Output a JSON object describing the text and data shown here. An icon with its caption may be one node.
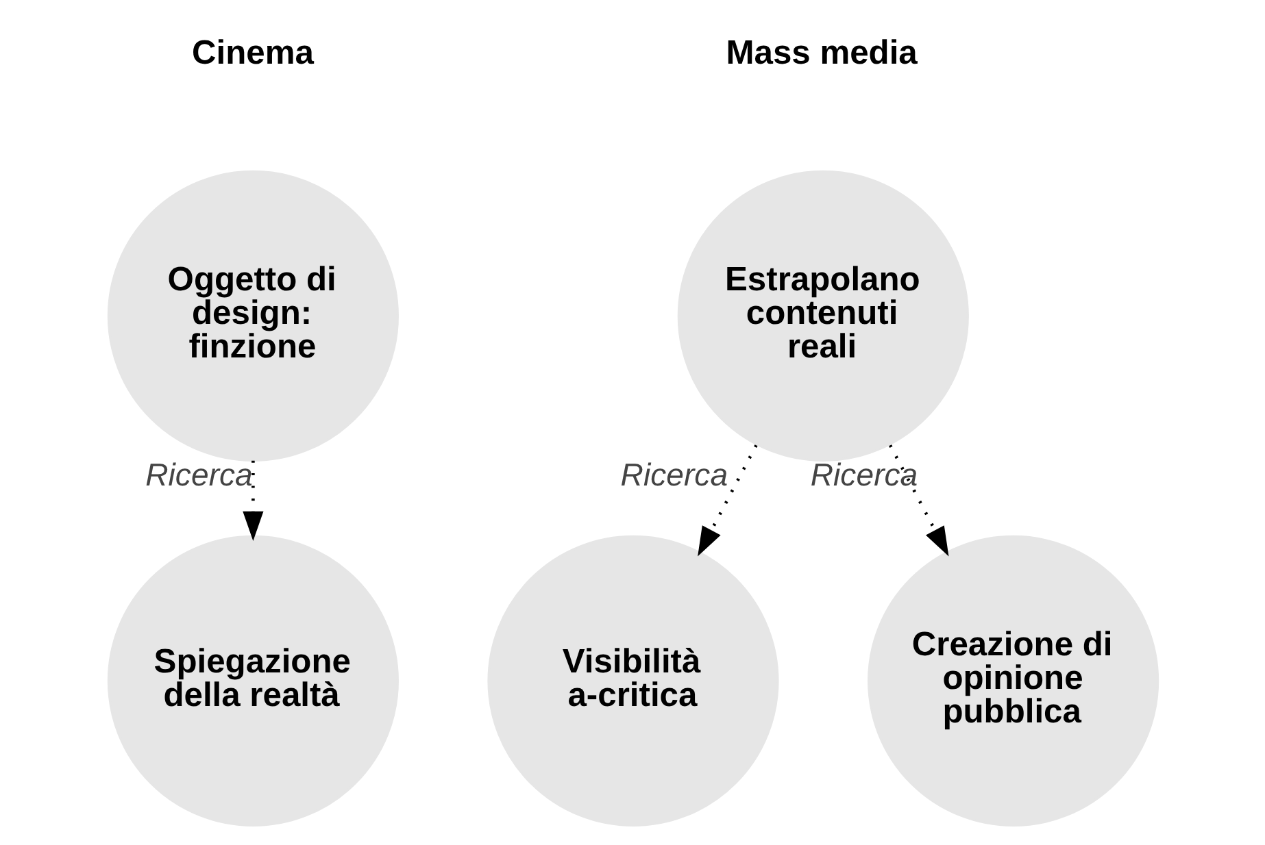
{
  "diagram": {
    "nodes": [
      {
        "text": [
          "Oggetto di design: finzione"
        ]
      },
      {
        "text": [
          "Spiegazione della realtà"
        ]
      },
      {
        "text": [
          "Estrapolano contenuti reali"
        ]
      },
      {
        "text": [
          "Visibilità a-critica"
        ]
      },
      {
        "text": [
          "Creazione di opinione pubblica"
        ]
      }
    ],
    "edges": [
      {
        "from": 0,
        "to": 1,
        "arrow": "to",
        "label": "Ricerca",
        "style": "dashed"
      },
      {
        "from": 2,
        "to": 3,
        "arrow": "to",
        "label": "Ricerca",
        "style": "dashed"
      },
      {
        "from": 2,
        "to": 4,
        "arrow": "to",
        "label": "Ricerca",
        "style": "dashed"
      }
    ],
    "labels": [
      "Cinema",
      "Mass media"
    ]
  }
}
